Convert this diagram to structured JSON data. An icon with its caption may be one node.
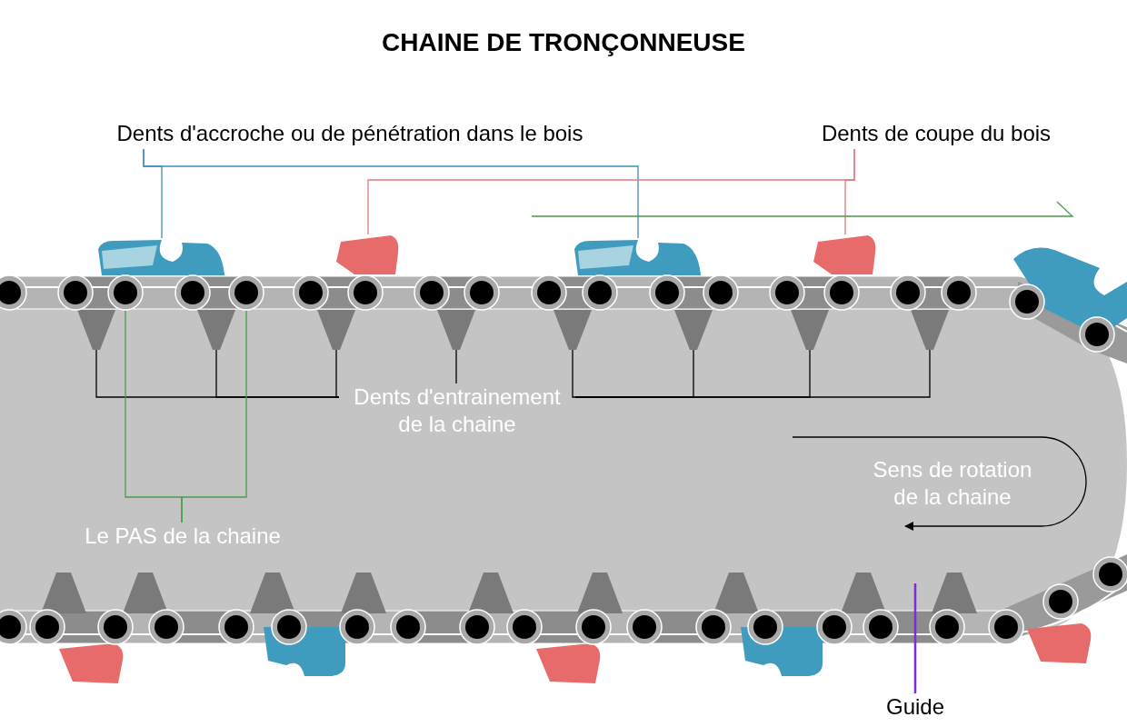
{
  "diagram": {
    "title": "CHAINE DE TRONÇONNEUSE",
    "nodes": [
      {
        "text": [
          "Dents d'accroche ou de pénétration dans le bois"
        ]
      },
      {
        "text": [
          "Dents de coupe du bois"
        ]
      },
      {
        "text": [],
        "shape": "picture"
      },
      {
        "text": [],
        "shape": "picture"
      },
      {
        "text": [],
        "shape": "picture"
      },
      {
        "text": [],
        "shape": "picture"
      },
      {
        "text": [
          "Dents d'entrainement de la chaine"
        ]
      },
      {
        "text": [],
        "shape": "picture"
      },
      {
        "text": [],
        "shape": "picture"
      },
      {
        "text": [],
        "shape": "picture"
      },
      {
        "text": [],
        "shape": "picture"
      },
      {
        "text": [],
        "shape": "picture"
      },
      {
        "text": [],
        "shape": "picture"
      },
      {
        "text": [],
        "shape": "picture"
      },
      {
        "text": [],
        "shape": "picture"
      },
      {
        "text": [
          "Le PAS de la chaine"
        ]
      },
      {
        "text": [],
        "shape": "circle"
      },
      {
        "text": [],
        "shape": "circle"
      },
      {
        "text": [
          "Guide"
        ]
      }
    ],
    "edges": [
      {
        "from": 0,
        "to": 2,
        "arrow": "none",
        "color": "#3d8fb5"
      },
      {
        "from": 0,
        "to": 4,
        "arrow": "none",
        "color": "#3d8fb5"
      },
      {
        "from": 1,
        "to": 3,
        "arrow": "none",
        "color": "#e07a7a"
      },
      {
        "from": 1,
        "to": 5,
        "arrow": "none",
        "color": "#e07a7a"
      },
      {
        "from": 6,
        "to": 7,
        "arrow": "none"
      },
      {
        "from": 6,
        "to": 8,
        "arrow": "none"
      },
      {
        "from": 6,
        "to": 9,
        "arrow": "none"
      },
      {
        "from": 6,
        "to": 10,
        "arrow": "none"
      },
      {
        "from": 6,
        "to": 11,
        "arrow": "none"
      },
      {
        "from": 6,
        "to": 12,
        "arrow": "none"
      },
      {
        "from": 6,
        "to": 13,
        "arrow": "none"
      },
      {
        "from": 6,
        "to": 14,
        "arrow": "none"
      },
      {
        "from": 15,
        "to": 16,
        "arrow": "none",
        "color": "#4a9a4a"
      },
      {
        "from": 15,
        "to": 17,
        "arrow": "none",
        "color": "#4a9a4a"
      },
      {
        "from": 18,
        "to": null,
        "arrow": "none",
        "color": "#7b2fd0"
      }
    ],
    "labels": [
      "Sens de rotation de la chaine"
    ]
  }
}
